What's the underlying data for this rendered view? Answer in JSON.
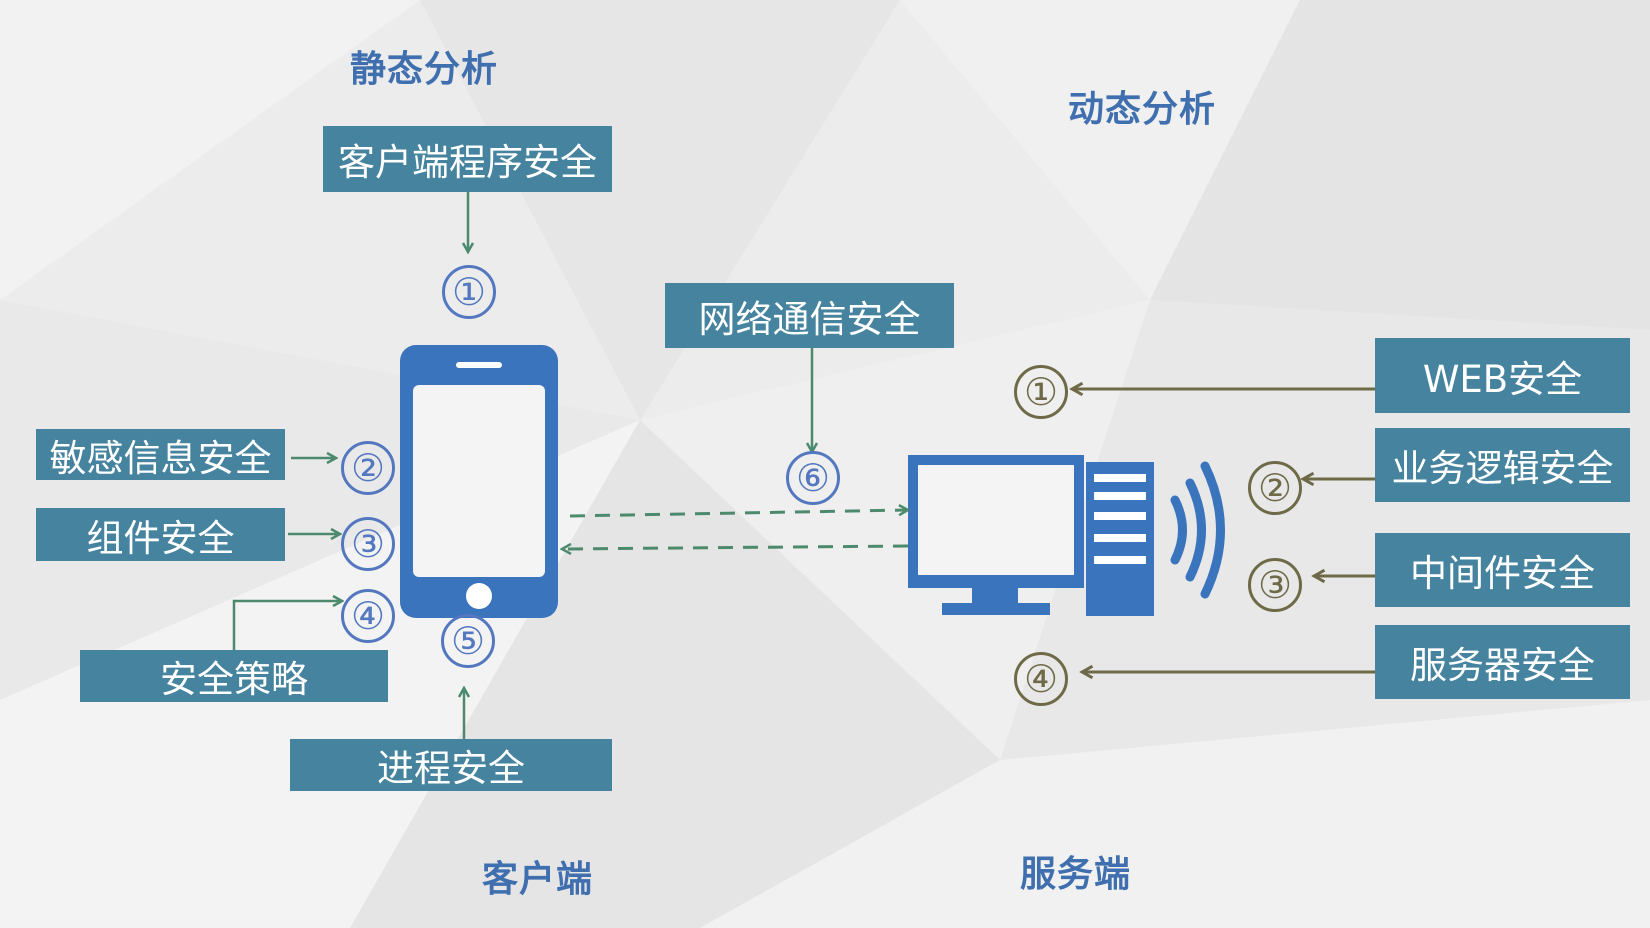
{
  "headings": {
    "static": "静态分析",
    "dynamic": "动态分析",
    "client": "客户端",
    "server": "服务端"
  },
  "client_labels": {
    "program": "客户端程序安全",
    "sensitive": "敏感信息安全",
    "component": "组件安全",
    "policy": "安全策略",
    "process": "进程安全"
  },
  "network_label": "网络通信安全",
  "server_labels": {
    "web": "WEB安全",
    "logic": "业务逻辑安全",
    "middleware": "中间件安全",
    "server": "服务器安全"
  },
  "client_numbers": [
    "①",
    "②",
    "③",
    "④",
    "⑤"
  ],
  "network_number": "⑥",
  "server_numbers": [
    "①",
    "②",
    "③",
    "④"
  ],
  "icons": {
    "client": "smartphone-icon",
    "server": "desktop-computer-icon",
    "signal": "wireless-signal-icon"
  },
  "colors": {
    "tag_background": "#46839f",
    "heading": "#3f6fae",
    "device_blue": "#3a74bd",
    "client_arrow": "#4d8a6d",
    "server_arrow": "#6e6a48"
  }
}
